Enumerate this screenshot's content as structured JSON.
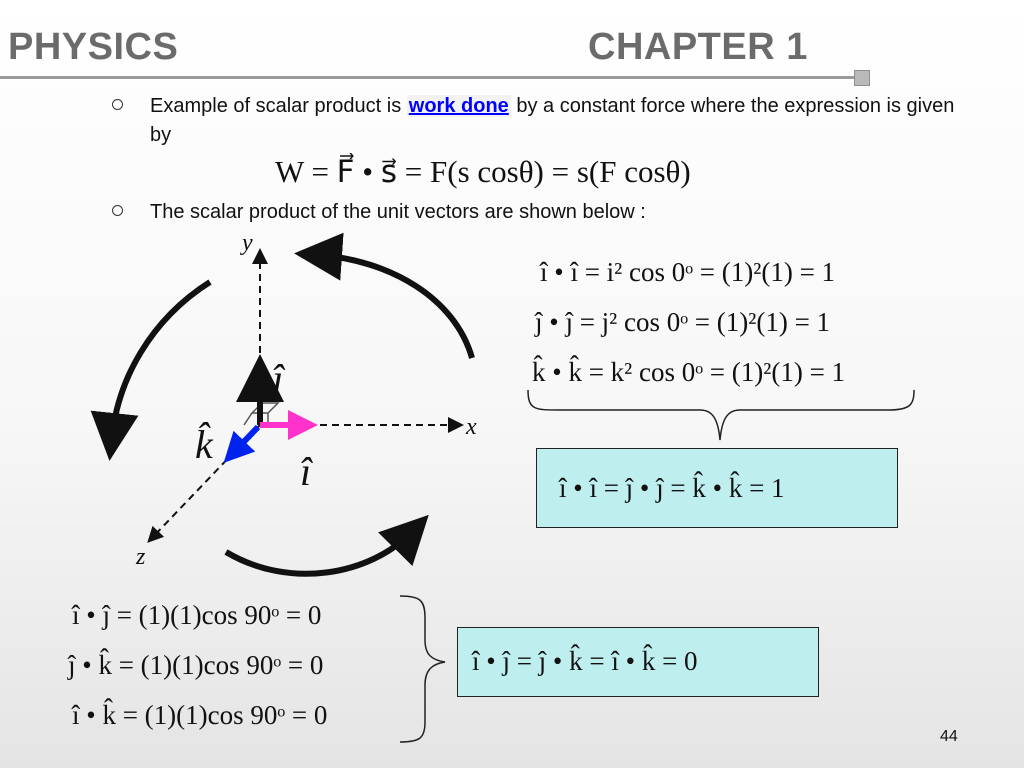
{
  "header": {
    "subject": "PHYSICS",
    "chapter": "CHAPTER 1"
  },
  "bullets": [
    {
      "before": "Example of scalar product is ",
      "highlight": "work done",
      "after": " by a constant force where the expression is given by"
    },
    {
      "text": "The scalar product of the unit vectors are shown below :"
    }
  ],
  "work_equation": "W = F⃗ • s⃗ = F(s cosθ) = s(F cosθ)",
  "axes": {
    "x": "x",
    "y": "y",
    "z": "z",
    "i_hat": "î",
    "j_hat": "ĵ",
    "k_hat": "k̂"
  },
  "parallel_equations": [
    "î • î = i² cos 0ᵒ = (1)²(1) = 1",
    "ĵ • ĵ = j² cos 0ᵒ = (1)²(1) = 1",
    "k̂ • k̂ = k² cos 0ᵒ = (1)²(1) = 1"
  ],
  "parallel_summary": "î • î = ĵ • ĵ = k̂ • k̂ = 1",
  "perpendicular_equations": [
    "î • ĵ = (1)(1)cos 90ᵒ = 0",
    "ĵ • k̂ = (1)(1)cos 90ᵒ = 0",
    "î • k̂ = (1)(1)cos 90ᵒ = 0"
  ],
  "perpendicular_summary": "î • ĵ = ĵ • k̂ = î • k̂ = 0",
  "page_number": "44",
  "colors": {
    "header": "#6b6b6b",
    "highlight": "#0000ff",
    "box_fill": "#bfeeee",
    "i_vector": "#ff33cc",
    "k_vector": "#0022ee"
  }
}
